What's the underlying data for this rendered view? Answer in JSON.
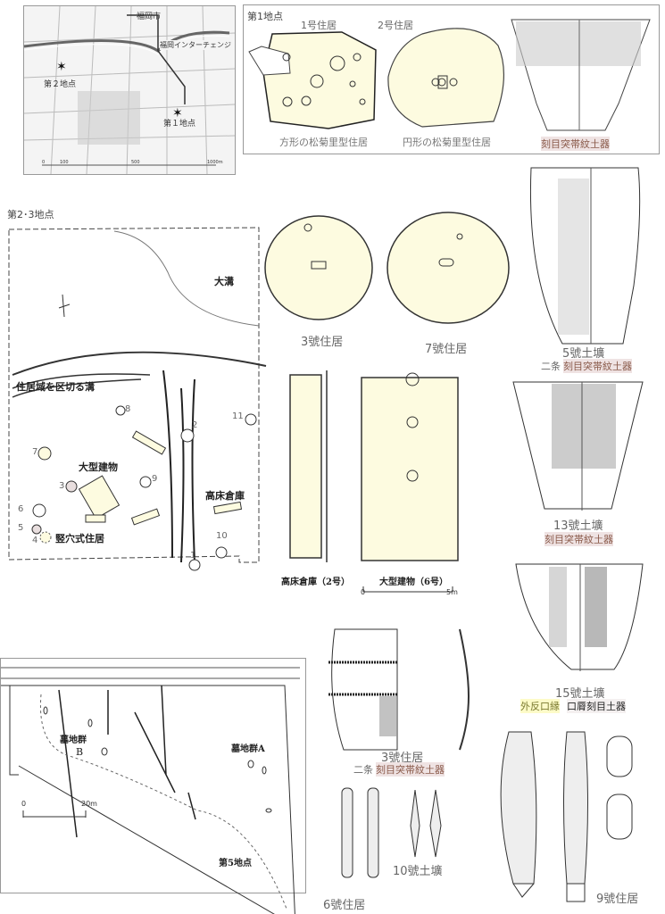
{
  "map": {
    "city": "福岡市",
    "interchange": "福岡インターチェンジ",
    "site2": "第２地点",
    "site1": "第１地点",
    "scale_ticks": [
      "0",
      "100",
      "500",
      "1000m"
    ]
  },
  "site1_panel": {
    "title": "第1地点",
    "house1": "1号住居",
    "house2": "2号住居",
    "house1_caption": "方形の松菊里型住居",
    "house2_caption": "円形の松菊里型住居",
    "pottery_caption": "刻目突帯紋土器"
  },
  "site23": {
    "title": "第2･3地点",
    "great_ditch": "大溝",
    "dividing_ditch": "住居域を区切る溝",
    "large_building": "大型建物",
    "granary": "高床倉庫",
    "pit_dwelling": "竪穴式住居",
    "numbers": [
      "1",
      "2",
      "3",
      "4",
      "5",
      "6",
      "7",
      "8",
      "9",
      "10",
      "11"
    ]
  },
  "house_plans": {
    "house3": "3號住居",
    "house7": "7號住居"
  },
  "buildings": {
    "granary_caption": "高床倉庫（2号）",
    "large_caption": "大型建物（6号）",
    "scale_start": "0",
    "scale_end": "5m"
  },
  "pottery": {
    "pit5": "5號土壙",
    "pit5_type_prefix": "二条",
    "pit5_type": "刻目突帯紋土器",
    "pit13": "13號土壙",
    "pit13_type": "刻目突帯紋土器",
    "pit15": "15號土壙",
    "pit15_type_a": "外反口縁",
    "pit15_type_b": "口脣刻目土器",
    "house3": "3號住居",
    "house3_type_prefix": "二条",
    "house3_type": "刻目突帯紋土器"
  },
  "site5": {
    "title": "第5地点",
    "cemetery_b": "墓地群",
    "cemetery_b_letter": "B",
    "cemetery_a": "墓地群A",
    "scale_start": "0",
    "scale_end": "20m"
  },
  "tools": {
    "house6": "6號住居",
    "pit10": "10號土壙",
    "house9": "9號住居"
  },
  "colors": {
    "fill_yellow": "#fdfbe0",
    "highlight_brown": "#efe3e3",
    "highlight_yellow": "#fdfbc8"
  }
}
